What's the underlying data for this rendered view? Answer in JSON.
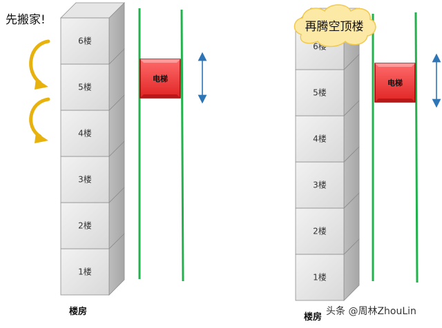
{
  "left_scene": {
    "callout": "先搬家!",
    "floors": [
      "1楼",
      "2楼",
      "3楼",
      "4楼",
      "5楼",
      "6楼"
    ],
    "elevator_label": "电梯",
    "building_label": "楼房"
  },
  "right_scene": {
    "callout": "再腾空顶楼",
    "floors": [
      "1楼",
      "2楼",
      "3楼",
      "4楼",
      "5楼",
      "6楼"
    ],
    "elevator_label": "电梯",
    "building_label": "楼房"
  },
  "watermark": "头条 @周林ZhouLin",
  "colors": {
    "shaft_line": "#22b14c",
    "elevator": "#ee3b3b",
    "curved_arrow": "#e8b20e",
    "updown_arrow": "#2e75b6",
    "cloud": "#fde9a6"
  },
  "icons": [
    "curved-arrow-icon",
    "up-down-arrow-icon",
    "cloud-callout-icon"
  ]
}
